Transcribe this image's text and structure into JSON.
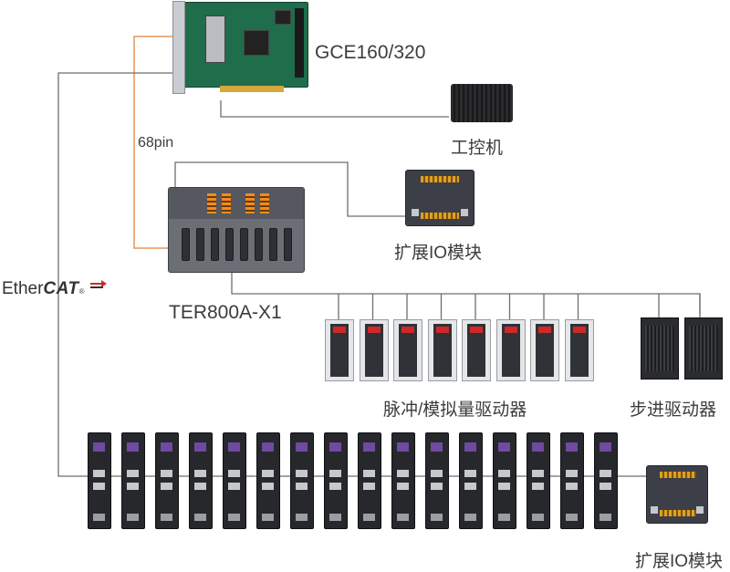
{
  "labels": {
    "controller_card": "GCE160/320",
    "industrial_pc": "工控机",
    "pin_count": "68pin",
    "io_module_top": "扩展IO模块",
    "terminal_board": "TER800A-X1",
    "pulse_analog_drives": "脉冲/模拟量驱动器",
    "stepper_drives": "步进驱动器",
    "io_module_bottom": "扩展IO模块"
  },
  "ethercat_logo": {
    "prefix": "Ether",
    "suffix": "CAT",
    "mark": "®"
  },
  "colors": {
    "wire_gray": "#6e6e6e",
    "wire_orange": "#e8955a",
    "pcb_green": "#1f6d4b",
    "terminal_orange": "#f08c20",
    "logo_red": "#d42828"
  },
  "device_counts": {
    "servo_drives": 8,
    "stepper_drives": 2,
    "ethercat_drives": 16
  }
}
